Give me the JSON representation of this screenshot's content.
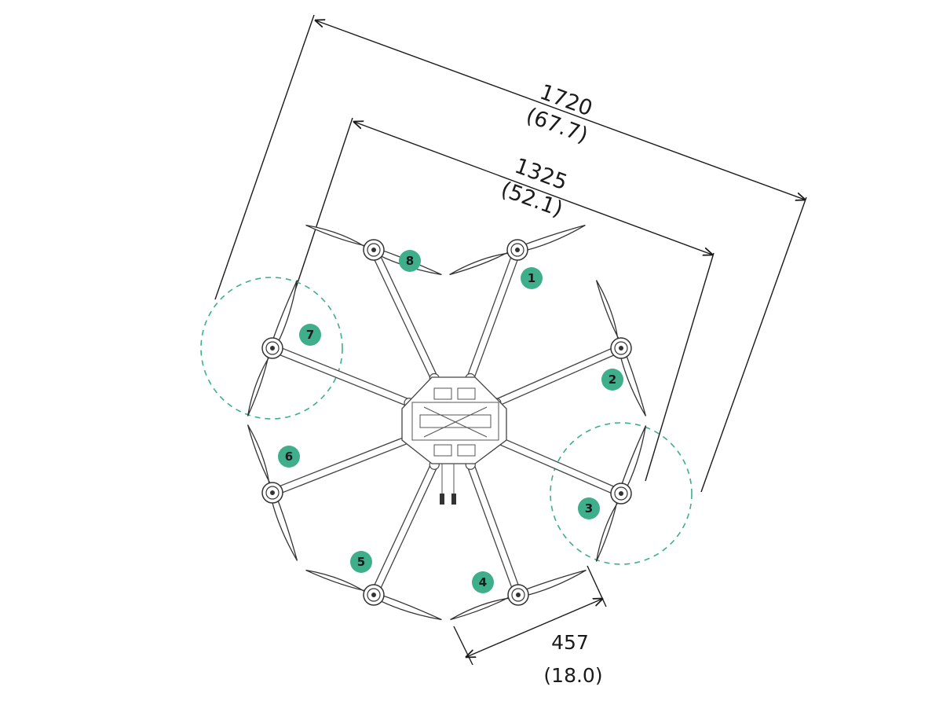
{
  "dimensions": {
    "overall": {
      "mm": "1720",
      "in": "(67.7)"
    },
    "motor_wheelbase": {
      "mm": "1325",
      "in": "(52.1)"
    },
    "propeller": {
      "mm": "457",
      "in": "(18.0)"
    }
  },
  "arms": [
    {
      "number": "1"
    },
    {
      "number": "2"
    },
    {
      "number": "3"
    },
    {
      "number": "4"
    },
    {
      "number": "5"
    },
    {
      "number": "6"
    },
    {
      "number": "7"
    },
    {
      "number": "8"
    }
  ],
  "colors": {
    "badge": "#3fae8a",
    "rotor_circle": "#3fae8a",
    "line": "#1a1a1a"
  }
}
